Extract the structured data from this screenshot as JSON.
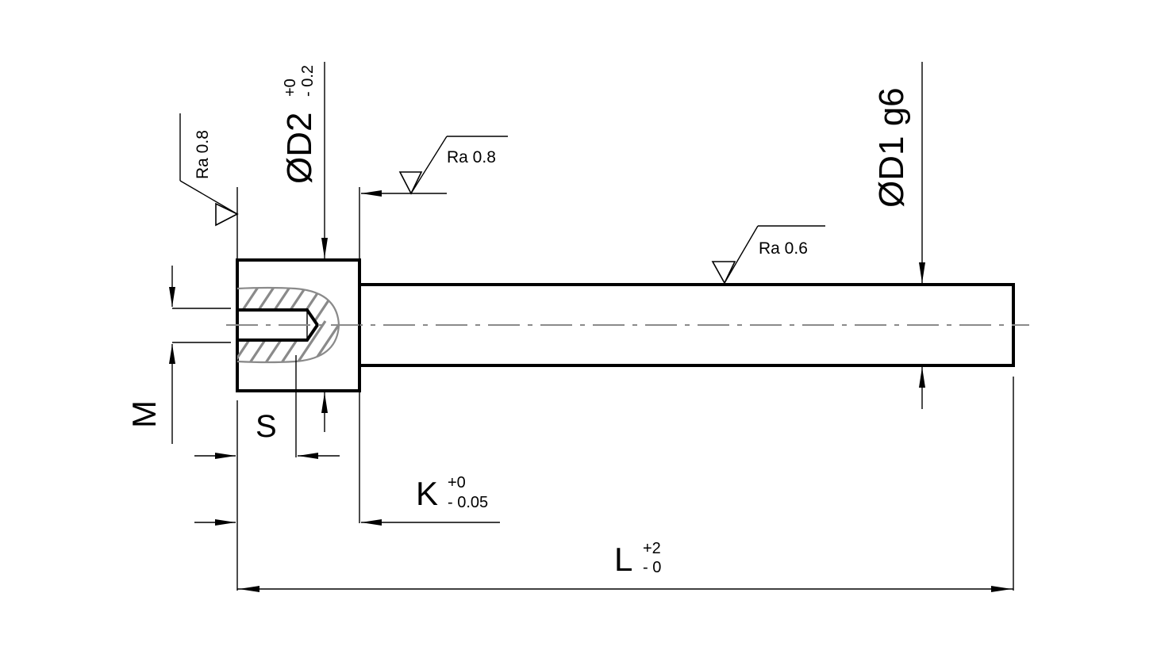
{
  "drawing": {
    "colors": {
      "outline": "#000000",
      "hatch": "#8a8a8a",
      "centerline": "#8a8a8a"
    },
    "dimensions": {
      "d2": {
        "label": "ØD2",
        "upper": "+0",
        "lower": "- 0.2"
      },
      "d1": {
        "label": "ØD1 g6"
      },
      "k": {
        "label": "K",
        "upper": "+0",
        "lower": "- 0.05"
      },
      "l": {
        "label": "L",
        "upper": "+2",
        "lower": "- 0"
      },
      "m": {
        "label": "M"
      },
      "s": {
        "label": "S"
      }
    },
    "roughness": {
      "head_left": "Ra 0.8",
      "head_right": "Ra 0.8",
      "shank": "Ra 0.6"
    }
  }
}
